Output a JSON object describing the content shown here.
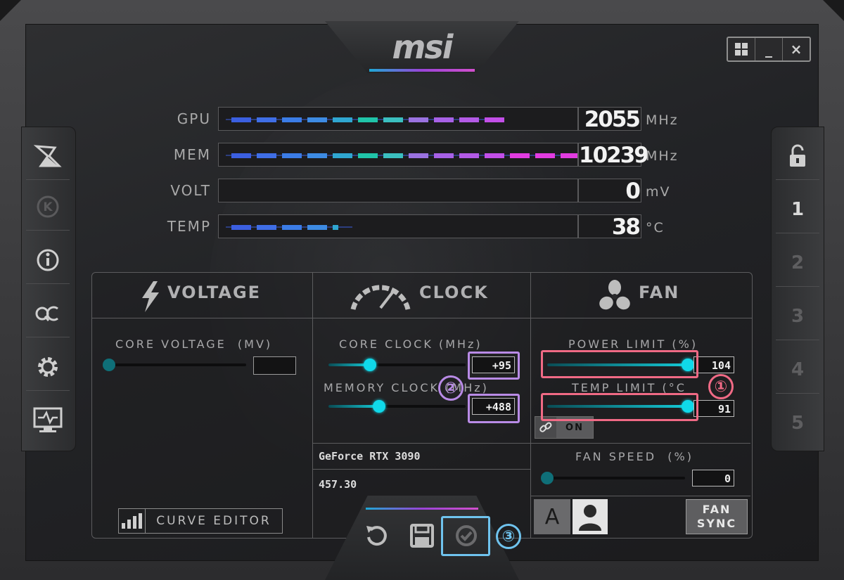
{
  "app": {
    "logo": "msi"
  },
  "window_controls": {
    "windows_icon": "windows-icon",
    "minimize": "_",
    "close": "×"
  },
  "monitor": [
    {
      "label": "GPU",
      "value": "2055",
      "unit": "MHz",
      "fill": 0.8
    },
    {
      "label": "MEM",
      "value": "10239",
      "unit": "MHz",
      "fill": 0.97
    },
    {
      "label": "VOLT",
      "value": "0",
      "unit": "mV",
      "fill": 0.0
    },
    {
      "label": "TEMP",
      "value": "38",
      "unit": "°C",
      "fill": 0.37
    }
  ],
  "sidebar_left": [
    "afterburner-icon",
    "k-boost-icon",
    "info-icon",
    "oc-scanner-icon",
    "settings-icon",
    "monitoring-icon"
  ],
  "sidebar_right": {
    "lock_icon": "lock-icon",
    "profiles": [
      "1",
      "2",
      "3",
      "4",
      "5"
    ],
    "active_profile": "1"
  },
  "voltage": {
    "title": "VOLTAGE",
    "core_voltage_label": "CORE VOLTAGE",
    "core_voltage_unit": "(MV)",
    "core_voltage_value": "",
    "core_voltage_level": 0.0,
    "curve_editor_label": "CURVE EDITOR"
  },
  "clock": {
    "title": "CLOCK",
    "core_clock_label": "CORE CLOCK",
    "core_clock_unit": "(MHz)",
    "core_clock_value": "+95",
    "core_clock_level": 0.3,
    "memory_clock_label": "MEMORY CLOCK",
    "memory_clock_unit": "(MHz)",
    "memory_clock_value": "+488",
    "memory_clock_level": 0.37
  },
  "gpu_info": {
    "name": "GeForce RTX 3090",
    "driver": "457.30"
  },
  "fan": {
    "title": "FAN",
    "power_limit_label": "POWER LIMIT",
    "power_limit_unit": "(%)",
    "power_limit_value": "104",
    "power_limit_level": 1.0,
    "temp_limit_label": "TEMP LIMIT",
    "temp_limit_unit": "(°C",
    "temp_limit_value": "91",
    "temp_limit_level": 1.0,
    "link_label": "ON",
    "fan_speed_label": "FAN SPEED",
    "fan_speed_unit": "(%)",
    "fan_speed_value": "0",
    "fan_speed_level": 0.0,
    "auto_label": "A",
    "fan_sync_line1": "FAN",
    "fan_sync_line2": "SYNC"
  },
  "dock": [
    "reset-icon",
    "save-icon",
    "apply-icon"
  ],
  "annotations": {
    "one": "①",
    "two": "②",
    "three": "③"
  },
  "colors": {
    "accent_cyan": "#10d9ea",
    "anno_pink": "#f06a85",
    "anno_purple": "#b98be6",
    "anno_blue": "#6fc3ee"
  }
}
